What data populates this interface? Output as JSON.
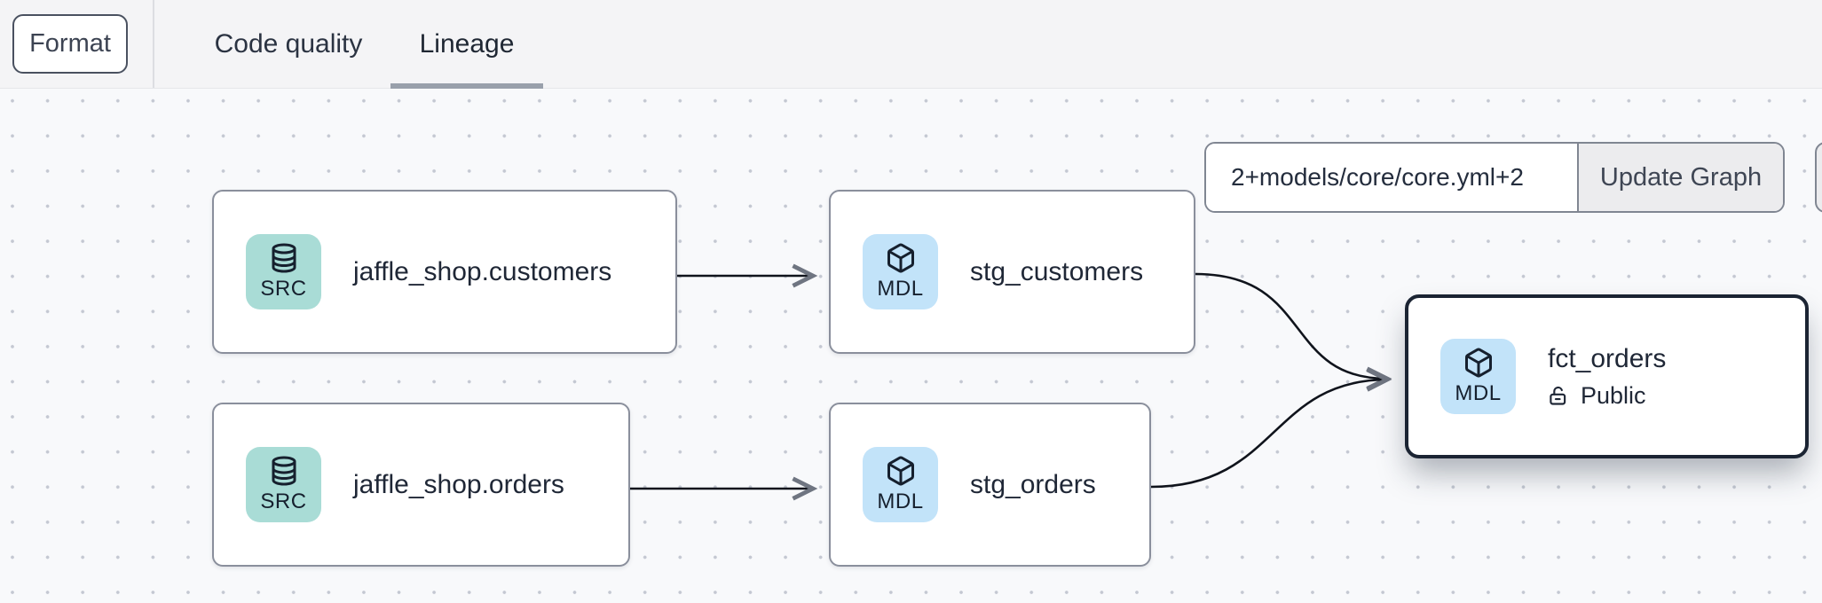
{
  "header": {
    "format_button": "Format",
    "tabs": [
      {
        "label": "Code quality",
        "active": false
      },
      {
        "label": "Lineage",
        "active": true
      }
    ]
  },
  "lineage_controls": {
    "selector_input_value": "2+models/core/core.yml+2",
    "update_graph_button": "Update Graph"
  },
  "graph": {
    "nodes": [
      {
        "id": "jaffle_shop.customers",
        "label": "jaffle_shop.customers",
        "badge": "SRC",
        "kind": "source",
        "icon": "database-icon",
        "selected": false
      },
      {
        "id": "stg_customers",
        "label": "stg_customers",
        "badge": "MDL",
        "kind": "model",
        "icon": "cube-icon",
        "selected": false
      },
      {
        "id": "jaffle_shop.orders",
        "label": "jaffle_shop.orders",
        "badge": "SRC",
        "kind": "source",
        "icon": "database-icon",
        "selected": false
      },
      {
        "id": "stg_orders",
        "label": "stg_orders",
        "badge": "MDL",
        "kind": "model",
        "icon": "cube-icon",
        "selected": false
      },
      {
        "id": "fct_orders",
        "label": "fct_orders",
        "badge": "MDL",
        "kind": "model",
        "icon": "cube-icon",
        "access": "Public",
        "access_icon": "unlock-icon",
        "selected": true
      }
    ],
    "edges": [
      {
        "from": "jaffle_shop.customers",
        "to": "stg_customers"
      },
      {
        "from": "jaffle_shop.orders",
        "to": "stg_orders"
      },
      {
        "from": "stg_customers",
        "to": "fct_orders"
      },
      {
        "from": "stg_orders",
        "to": "fct_orders"
      }
    ]
  },
  "colors": {
    "topbar_bg": "#f4f4f6",
    "canvas_bg": "#f8f9fb",
    "canvas_dot": "#c4c8d2",
    "node_border": "#8a8f9c",
    "selected_border": "#1b2433",
    "source_badge_bg": "#a9dcd6",
    "model_badge_bg": "#c2e3f9",
    "edge_color": "#10141c",
    "arrow_color": "#6f7581",
    "tab_underline": "#99a0ab"
  }
}
